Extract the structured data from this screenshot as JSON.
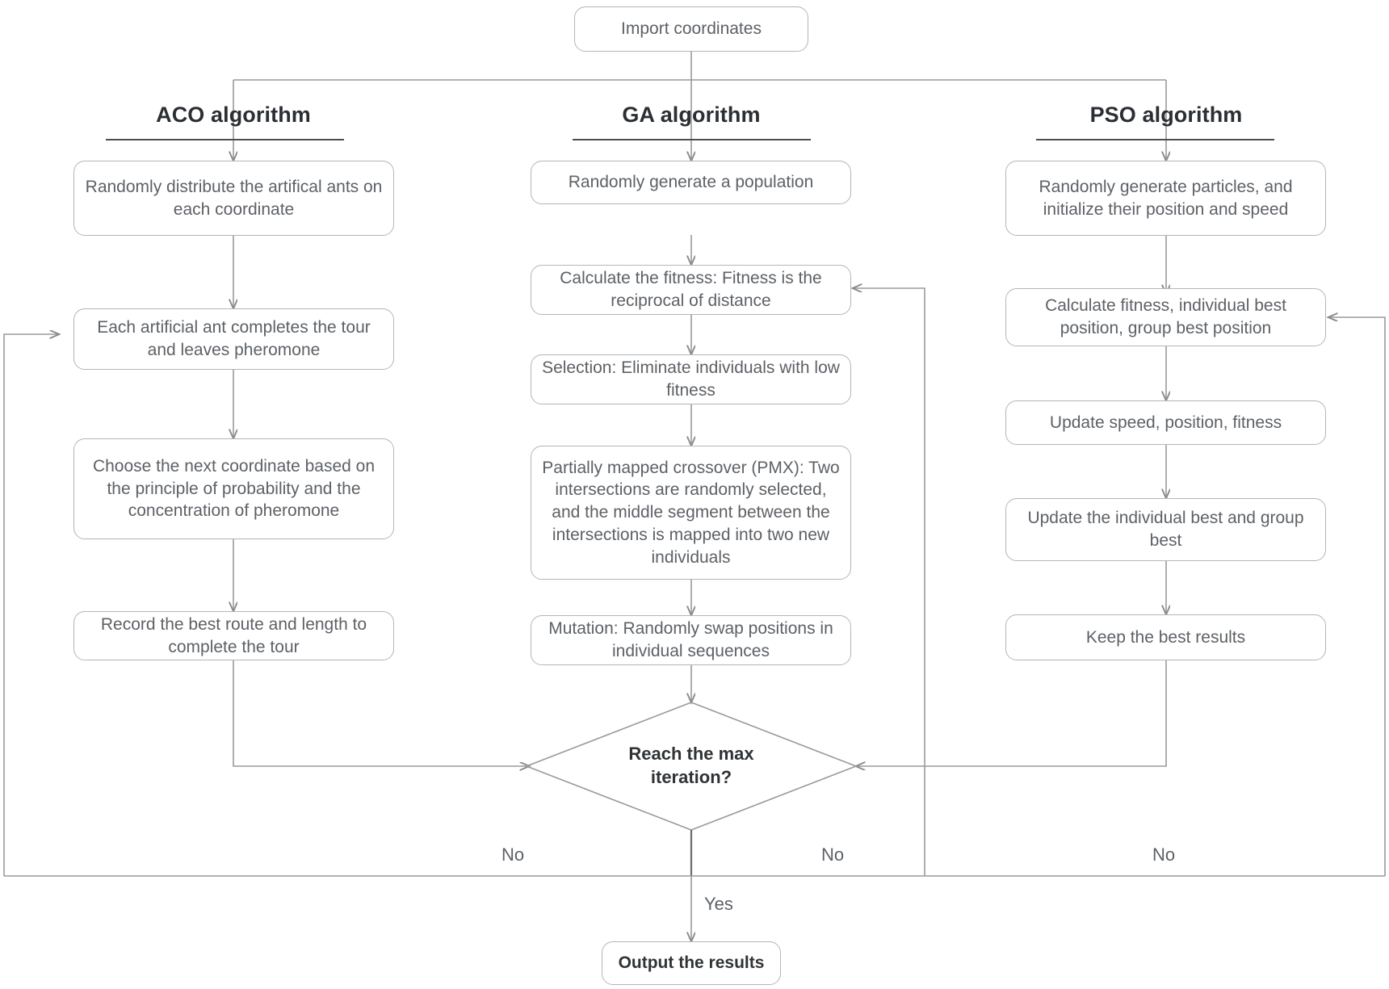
{
  "diagram": {
    "title": "Metaheuristic algorithm comparison flowchart",
    "colors": {
      "edge": "#9a9a9a",
      "edge_dark": "#6d6d6d",
      "box_border": "#b5b5b5",
      "box_text": "#5d6166",
      "heading_text": "#2b2f33",
      "background": "#ffffff"
    },
    "start": {
      "label": "Import coordinates"
    },
    "columns": [
      {
        "id": "aco",
        "title": "ACO algorithm",
        "steps": [
          "Randomly distribute the artifical ants on each coordinate",
          "Each artificial ant completes the tour and leaves pheromone",
          "Choose the next coordinate based on the principle of probability and the concentration of pheromone",
          "Record the best route and length to complete the tour"
        ]
      },
      {
        "id": "ga",
        "title": "GA algorithm",
        "steps": [
          "Randomly generate a population",
          "Calculate the fitness: Fitness is the reciprocal of distance",
          "Selection: Eliminate individuals with low fitness",
          "Partially mapped crossover (PMX): Two intersections are randomly selected, and the middle segment between the intersections is mapped into two new individuals",
          "Mutation: Randomly swap positions in individual sequences"
        ]
      },
      {
        "id": "pso",
        "title": "PSO algorithm",
        "steps": [
          "Randomly generate particles, and initialize their position and speed",
          "Calculate fitness, individual best position, group best position",
          "Update speed, position, fitness",
          "Update the individual best and group best",
          "Keep the best results"
        ]
      }
    ],
    "decision": {
      "label": "Reach the max iteration?",
      "line1": "Reach the max",
      "line2": "iteration?"
    },
    "branch_labels": {
      "no_left": "No",
      "no_middle": "No",
      "no_right": "No",
      "yes": "Yes"
    },
    "end": {
      "label": "Output the results"
    }
  }
}
